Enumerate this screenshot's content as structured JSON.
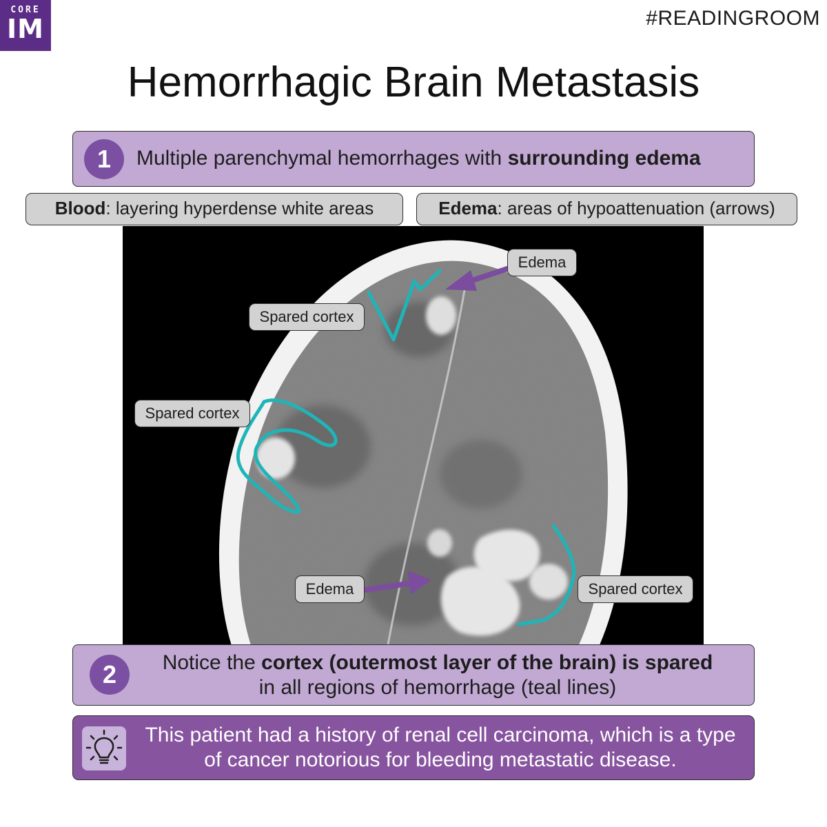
{
  "logo": {
    "line1": "CORE",
    "line2": "IM"
  },
  "hashtag": "#READINGROOM",
  "title": "Hemorrhagic Brain Metastasis",
  "step1": {
    "number": "1",
    "text_plain": "Multiple parenchymal hemorrhages with ",
    "text_bold": "surrounding edema"
  },
  "legend": {
    "blood_term": "Blood",
    "blood_desc": ": layering hyperdense white areas",
    "edema_term": "Edema",
    "edema_desc": ": areas of hypoattenuation (arrows)"
  },
  "scan_labels": {
    "edema_top": "Edema",
    "spared_cortex_1": "Spared cortex",
    "spared_cortex_2": "Spared cortex",
    "edema_bottom": "Edema",
    "spared_cortex_3": "Spared cortex"
  },
  "step2": {
    "number": "2",
    "text_plain_1": "Notice the ",
    "text_bold": "cortex (outermost layer of the brain) is spared",
    "text_plain_2": "in all regions of hemorrhage (teal lines)"
  },
  "tip": {
    "icon": "lightbulb-icon",
    "text": "This patient had a history of renal cell carcinoma, which is a type of cancer notorious for bleeding metastatic disease."
  },
  "colors": {
    "brand_purple": "#5b2d86",
    "step_box": "#c1a9d3",
    "number_circle": "#7b4fa2",
    "tip_box": "#87549f",
    "label_gray": "#d2d2d2",
    "teal_lines": "#1fb5b8",
    "arrow_purple": "#7c4c9f"
  }
}
